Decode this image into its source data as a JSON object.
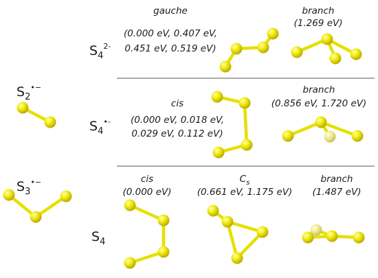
{
  "colors": {
    "atom": "#e6e000",
    "bond": "#e6e000",
    "divider": "#555555",
    "text": "#1a1a1a"
  },
  "species": {
    "s2": {
      "base": "S",
      "sub": "2",
      "sup": "•−"
    },
    "s3": {
      "base": "S",
      "sub": "3",
      "sup": "•−"
    },
    "s4_2m": {
      "base": "S",
      "sub": "4",
      "sup": "2-"
    },
    "s4_m": {
      "base": "S",
      "sub": "4",
      "sup": "•-"
    },
    "s4": {
      "base": "S",
      "sub": "4"
    }
  },
  "rows": {
    "s4_2m": {
      "gauche": {
        "name": "gauche",
        "lines": [
          "(0.000 eV, 0.407 eV,",
          "0.451 eV, 0.519 eV)"
        ]
      },
      "branch": {
        "name": "branch",
        "lines": [
          "(1.269 eV)"
        ]
      }
    },
    "s4_m": {
      "cis": {
        "name": "cis",
        "lines": [
          "(0.000 eV, 0.018 eV,",
          "0.029 eV, 0.112 eV)"
        ]
      },
      "branch": {
        "name": "branch",
        "lines": [
          "(0.856 eV, 1.720 eV)"
        ]
      }
    },
    "s4": {
      "cis": {
        "name": "cis",
        "lines": [
          "(0.000 eV)"
        ]
      },
      "cs": {
        "base": "C",
        "sub": "s",
        "lines": [
          "(0.661 eV, 1.175 eV)"
        ]
      },
      "branch": {
        "name": "branch",
        "lines": [
          "(1.487 eV)"
        ]
      }
    }
  }
}
